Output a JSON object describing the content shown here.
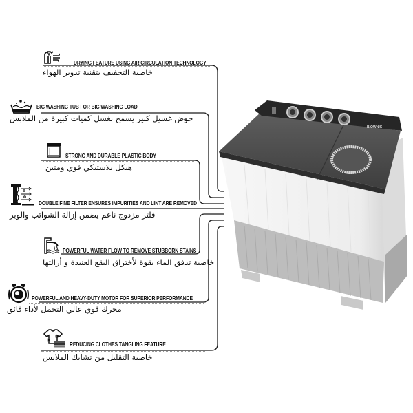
{
  "product": {
    "brand_label": "BIOWNIC",
    "type": "twin-tub washing machine",
    "colors": {
      "lid": "#4a4a4a",
      "control_panel": "#2b2b2b",
      "body": "#f4f4f4",
      "base": "#bdbdbd",
      "lines": "#1a1a1a"
    }
  },
  "features": [
    {
      "icon": "shirt-air-icon",
      "title_en": "DRYING FEATURE USING AIR CIRCULATION TECHNOLOGY",
      "title_ar": "خاصية التجفيف بتقنية تدوير الهواء"
    },
    {
      "icon": "washing-tub-icon",
      "title_en": "BIG WASHING TUB FOR BIG WASHING LOAD",
      "title_ar": "حوض غسيل كبير يسمح بغسل كميات كبيرة من الملابس"
    },
    {
      "icon": "plastic-body-icon",
      "title_en": "STRONG AND DURABLE PLASTIC BODY",
      "title_ar": "هيكل بلاستيكي قوي ومتين"
    },
    {
      "icon": "filter-icon",
      "title_en": "DOUBLE FINE FILTER ENSURES IMPURITIES AND LINT ARE REMOVED",
      "title_ar": "فلتر مزدوج ناعم يضمن إزالة الشوائب والوبر"
    },
    {
      "icon": "water-flow-icon",
      "title_en": "POWERFUL WATER FLOW TO REMOVE STUBBORN STAINS",
      "title_ar": "خاصية تدفق الماء بقوة لأختراق البقع العنيدة و أزالتها"
    },
    {
      "icon": "motor-icon",
      "title_en": "POWERFUL AND HEAVY-DUTY MOTOR FOR SUPERIOR PERFORMANCE",
      "title_ar": "محرك قوي عالي التحمل لأداء فائق"
    },
    {
      "icon": "tshirt-anti-tangle-icon",
      "title_en": "REDUCING CLOTHES TANGLING FEATURE",
      "title_ar": "خاصية التقليل من تشابك الملابس"
    }
  ]
}
